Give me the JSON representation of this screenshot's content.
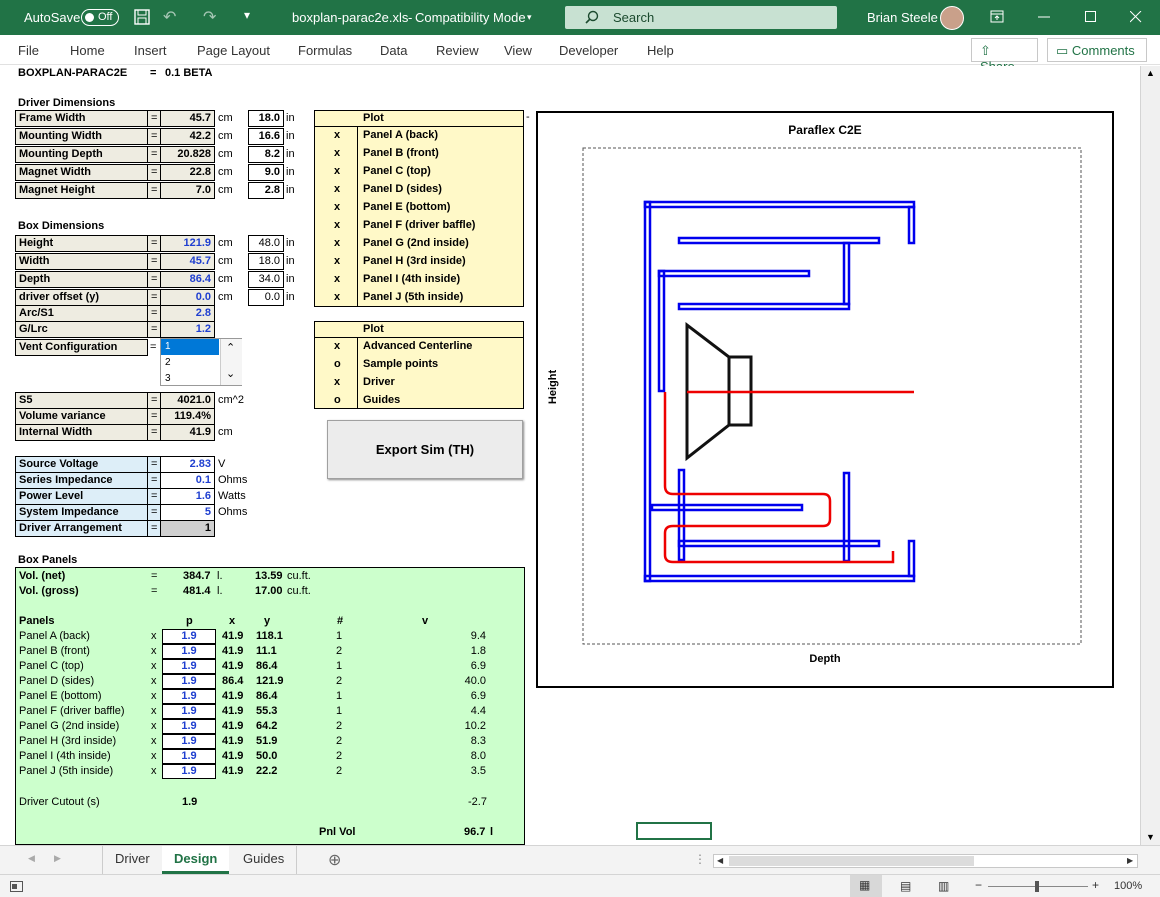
{
  "titlebar": {
    "autosave": "AutoSave",
    "toggle_state": "Off",
    "filename": "boxplan-parac2e.xls",
    "mode": "Compatibility Mode",
    "search": "Search",
    "user": "Brian Steele"
  },
  "menu": [
    "File",
    "Home",
    "Insert",
    "Page Layout",
    "Formulas",
    "Data",
    "Review",
    "View",
    "Developer",
    "Help"
  ],
  "share": "Share",
  "comments": "Comments",
  "header": {
    "name": "BOXPLAN-PARAC2E",
    "eq": "=",
    "version": "0.1 BETA"
  },
  "driver": {
    "title": "Driver Dimensions",
    "rows": [
      {
        "label": "Frame Width",
        "eq": "=",
        "value": "45.7",
        "unit": "cm",
        "in": "18.0",
        "inunit": "in"
      },
      {
        "label": "Mounting Width",
        "eq": "=",
        "value": "42.2",
        "unit": "cm",
        "in": "16.6",
        "inunit": "in"
      },
      {
        "label": "Mounting Depth",
        "eq": "=",
        "value": "20.828",
        "unit": "cm",
        "in": "8.2",
        "inunit": "in"
      },
      {
        "label": "Magnet Width",
        "eq": "=",
        "value": "22.8",
        "unit": "cm",
        "in": "9.0",
        "inunit": "in"
      },
      {
        "label": "Magnet Height",
        "eq": "=",
        "value": "7.0",
        "unit": "cm",
        "in": "2.8",
        "inunit": "in"
      }
    ]
  },
  "box": {
    "title": "Box Dimensions",
    "rows": [
      {
        "label": "Height",
        "eq": "=",
        "value": "121.9",
        "unit": "cm",
        "in": "48.0",
        "inunit": "in"
      },
      {
        "label": "Width",
        "eq": "=",
        "value": "45.7",
        "unit": "cm",
        "in": "18.0",
        "inunit": "in"
      },
      {
        "label": "Depth",
        "eq": "=",
        "value": "86.4",
        "unit": "cm",
        "in": "34.0",
        "inunit": "in"
      },
      {
        "label": "driver offset (y)",
        "eq": "=",
        "value": "0.0",
        "unit": "cm",
        "in": "0.0",
        "inunit": "in"
      }
    ],
    "arc_label": "Arc/S1",
    "arc_value": "2.8",
    "glrc_label": "G/Lrc",
    "glrc_value": "1.2",
    "vent_label": "Vent Configuration",
    "vent_options": [
      "1",
      "2",
      "3"
    ]
  },
  "calc": [
    {
      "label": "S5",
      "eq": "=",
      "value": "4021.0",
      "unit": "cm^2"
    },
    {
      "label": "Volume variance",
      "eq": "=",
      "value": "119.4%",
      "unit": ""
    },
    {
      "label": "Internal Width",
      "eq": "=",
      "value": "41.9",
      "unit": "cm"
    }
  ],
  "electrical": [
    {
      "label": "Source Voltage",
      "eq": "=",
      "value": "2.83",
      "unit": "V"
    },
    {
      "label": "Series Impedance",
      "eq": "=",
      "value": "0.1",
      "unit": "Ohms"
    },
    {
      "label": "Power Level",
      "eq": "=",
      "value": "1.6",
      "unit": "Watts"
    },
    {
      "label": "System Impedance",
      "eq": "=",
      "value": "5",
      "unit": "Ohms"
    },
    {
      "label": "Driver Arrangement",
      "eq": "=",
      "value": "1",
      "unit": ""
    }
  ],
  "plot1": {
    "title": "Plot",
    "items": [
      {
        "mark": "x",
        "label": "Panel A (back)"
      },
      {
        "mark": "x",
        "label": "Panel B (front)"
      },
      {
        "mark": "x",
        "label": "Panel C (top)"
      },
      {
        "mark": "x",
        "label": "Panel D (sides)"
      },
      {
        "mark": "x",
        "label": "Panel E (bottom)"
      },
      {
        "mark": "x",
        "label": "Panel F (driver baffle)"
      },
      {
        "mark": "x",
        "label": "Panel G (2nd inside)"
      },
      {
        "mark": "x",
        "label": "Panel H (3rd inside)"
      },
      {
        "mark": "x",
        "label": "Panel I (4th inside)"
      },
      {
        "mark": "x",
        "label": "Panel J (5th inside)"
      }
    ]
  },
  "plot2": {
    "title": "Plot",
    "items": [
      {
        "mark": "x",
        "label": "Advanced Centerline"
      },
      {
        "mark": "o",
        "label": "Sample points"
      },
      {
        "mark": "x",
        "label": "Driver"
      },
      {
        "mark": "o",
        "label": "Guides"
      }
    ]
  },
  "export_button": "Export Sim (TH)",
  "panels": {
    "title": "Box Panels",
    "vol_net": {
      "label": "Vol. (net)",
      "eq": "=",
      "l": "384.7",
      "lu": "l.",
      "ft": "13.59",
      "ftu": "cu.ft."
    },
    "vol_gross": {
      "label": "Vol. (gross)",
      "eq": "=",
      "l": "481.4",
      "lu": "l.",
      "ft": "17.00",
      "ftu": "cu.ft."
    },
    "headers": {
      "panels": "Panels",
      "p": "p",
      "x": "x",
      "y": "y",
      "n": "#",
      "v": "v"
    },
    "rows": [
      {
        "name": "Panel A (back)",
        "m": "x",
        "p": "1.9",
        "x": "41.9",
        "y": "118.1",
        "n": "1",
        "v": "9.4"
      },
      {
        "name": "Panel B (front)",
        "m": "x",
        "p": "1.9",
        "x": "41.9",
        "y": "11.1",
        "n": "2",
        "v": "1.8"
      },
      {
        "name": "Panel C (top)",
        "m": "x",
        "p": "1.9",
        "x": "41.9",
        "y": "86.4",
        "n": "1",
        "v": "6.9"
      },
      {
        "name": "Panel D (sides)",
        "m": "x",
        "p": "1.9",
        "x": "86.4",
        "y": "121.9",
        "n": "2",
        "v": "40.0"
      },
      {
        "name": "Panel E (bottom)",
        "m": "x",
        "p": "1.9",
        "x": "41.9",
        "y": "86.4",
        "n": "1",
        "v": "6.9"
      },
      {
        "name": "Panel F (driver baffle)",
        "m": "x",
        "p": "1.9",
        "x": "41.9",
        "y": "55.3",
        "n": "1",
        "v": "4.4"
      },
      {
        "name": "Panel G (2nd inside)",
        "m": "x",
        "p": "1.9",
        "x": "41.9",
        "y": "64.2",
        "n": "2",
        "v": "10.2"
      },
      {
        "name": "Panel H (3rd inside)",
        "m": "x",
        "p": "1.9",
        "x": "41.9",
        "y": "51.9",
        "n": "2",
        "v": "8.3"
      },
      {
        "name": "Panel I (4th inside)",
        "m": "x",
        "p": "1.9",
        "x": "41.9",
        "y": "50.0",
        "n": "2",
        "v": "8.0"
      },
      {
        "name": "Panel J (5th inside)",
        "m": "x",
        "p": "1.9",
        "x": "41.9",
        "y": "22.2",
        "n": "2",
        "v": "3.5"
      }
    ],
    "cutout_label": "Driver Cutout (s)",
    "cutout_p": "1.9",
    "cutout_v": "-2.7",
    "pnl_label": "Pnl Vol",
    "pnl_value": "96.7",
    "pnl_unit": "l"
  },
  "chart": {
    "title": "Paraflex C2E",
    "xlabel": "Depth",
    "ylabel": "Height",
    "dash": "-"
  },
  "tabs": [
    "Driver",
    "Design",
    "Guides"
  ],
  "active_tab": "Design",
  "zoom": "100%",
  "colors": {
    "excel_green": "#217346",
    "panel_blue": "#0000ee",
    "centerline_red": "#ee0000"
  }
}
